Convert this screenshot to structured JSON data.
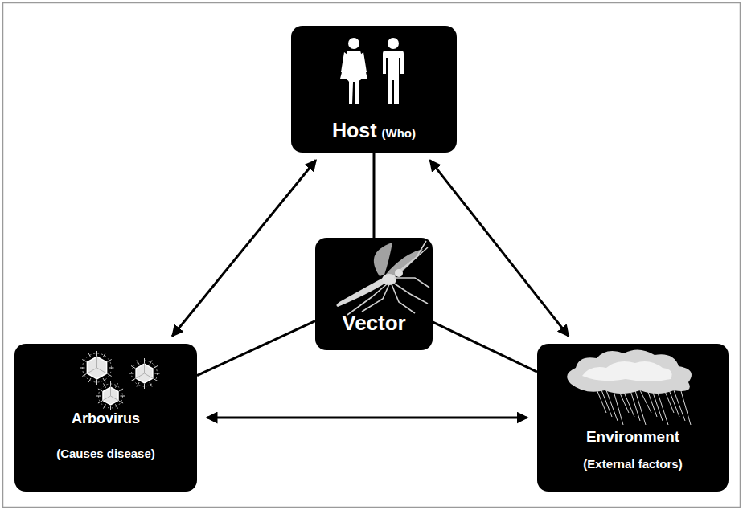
{
  "diagram": {
    "nodes": [
      {
        "text": [
          "Host",
          "(Who)"
        ]
      },
      {
        "text": [
          "Vector"
        ]
      },
      {
        "text": [
          "Arbovirus",
          "(Causes disease)"
        ]
      },
      {
        "text": [
          "Environment",
          "(External factors)"
        ]
      }
    ],
    "edges": [
      {
        "from": 0,
        "to": 2,
        "arrow": "both"
      },
      {
        "from": 0,
        "to": 3,
        "arrow": "both"
      },
      {
        "from": 2,
        "to": 3,
        "arrow": "both"
      },
      {
        "from": 1,
        "to": 0,
        "arrow": "none"
      },
      {
        "from": 1,
        "to": 2,
        "arrow": "none"
      },
      {
        "from": 1,
        "to": 3,
        "arrow": "none"
      }
    ]
  }
}
